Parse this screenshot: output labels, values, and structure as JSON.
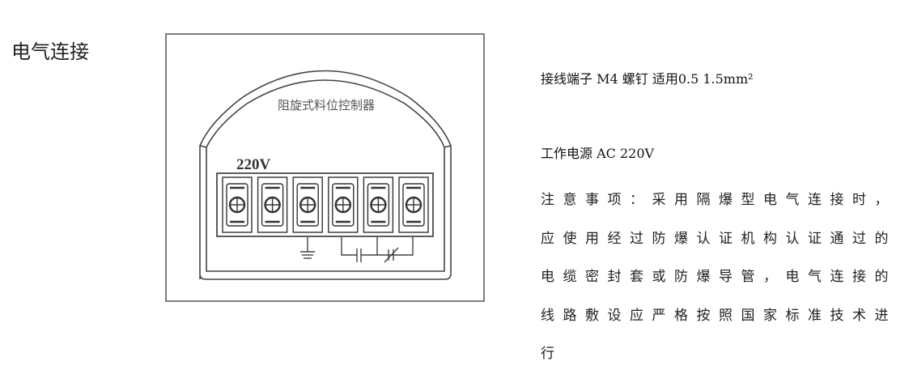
{
  "section_title": "电气连接",
  "diagram": {
    "device_label": "阻旋式料位控制器",
    "voltage_label": "220V",
    "terminal_count": 6,
    "icons": [
      "screw-terminal-icon",
      "ground-symbol-icon",
      "capacitor-symbol-icon",
      "normally-closed-contact-icon"
    ]
  },
  "specs": {
    "terminal": "接线端子 M4 螺钉 适用0.5 1.5mm²",
    "power": "工作电源 AC 220V",
    "note": "注意事项：采用隔爆型电气连接时，应使用经过防爆认证机构认证通过的电缆密封套或防爆导管，电气连接的线路敷设应严格按照国家标准技术进行"
  }
}
